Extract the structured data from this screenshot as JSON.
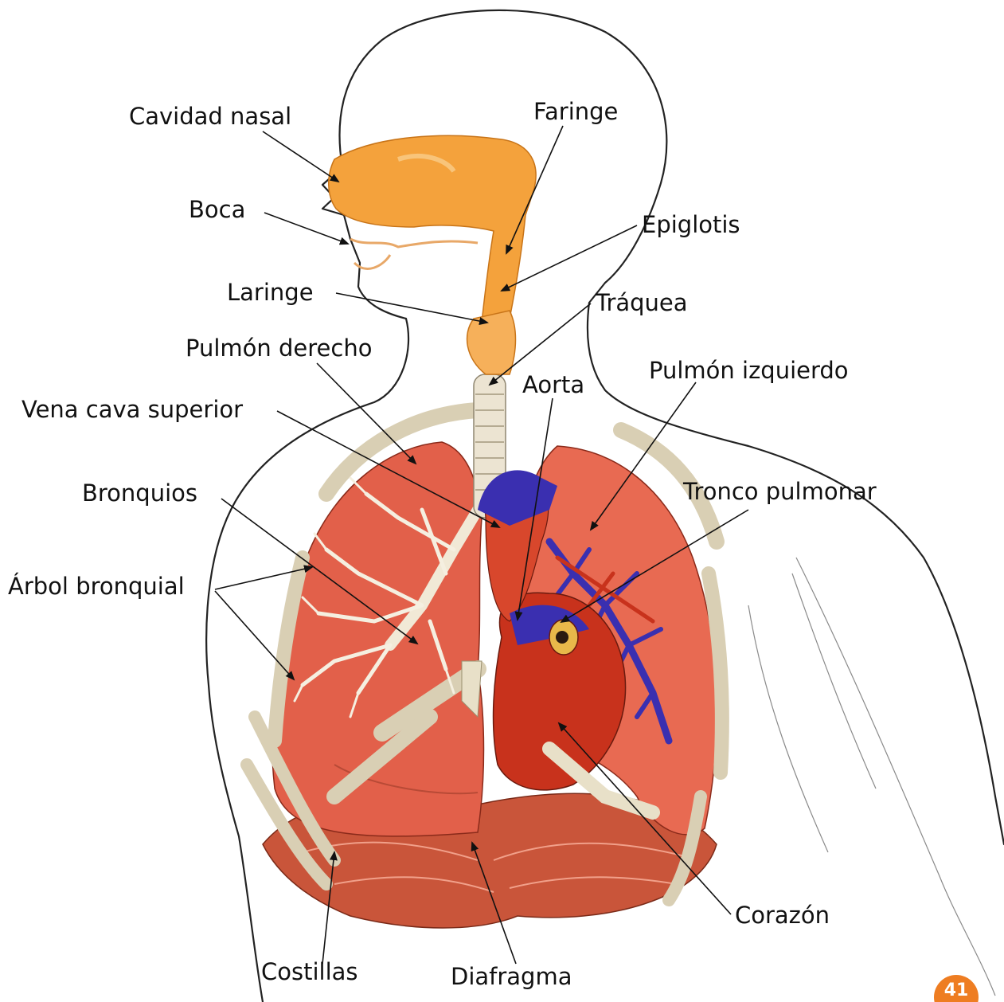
{
  "labels": {
    "cavidad_nasal": "Cavidad nasal",
    "faringe": "Faringe",
    "boca": "Boca",
    "epiglotis": "Epiglotis",
    "laringe": "Laringe",
    "traquea": "Tráquea",
    "pulmon_derecho": "Pulmón derecho",
    "aorta": "Aorta",
    "pulmon_izquierdo": "Pulmón izquierdo",
    "vena_cava_superior": "Vena cava superior",
    "bronquios": "Bronquios",
    "tronco_pulmonar": "Tronco pulmonar",
    "arbol_bronquial": "Árbol bronquial",
    "corazon": "Corazón",
    "costillas": "Costillas",
    "diafragma": "Diafragma"
  },
  "page_number": "41",
  "colors": {
    "airway": "#f4a23c",
    "lung": "#e2604a",
    "heart": "#c8321c",
    "vein": "#3a2fb0",
    "bone": "#e8e0c8",
    "muscle": "#c9553a",
    "badge": "#ee7d22"
  }
}
